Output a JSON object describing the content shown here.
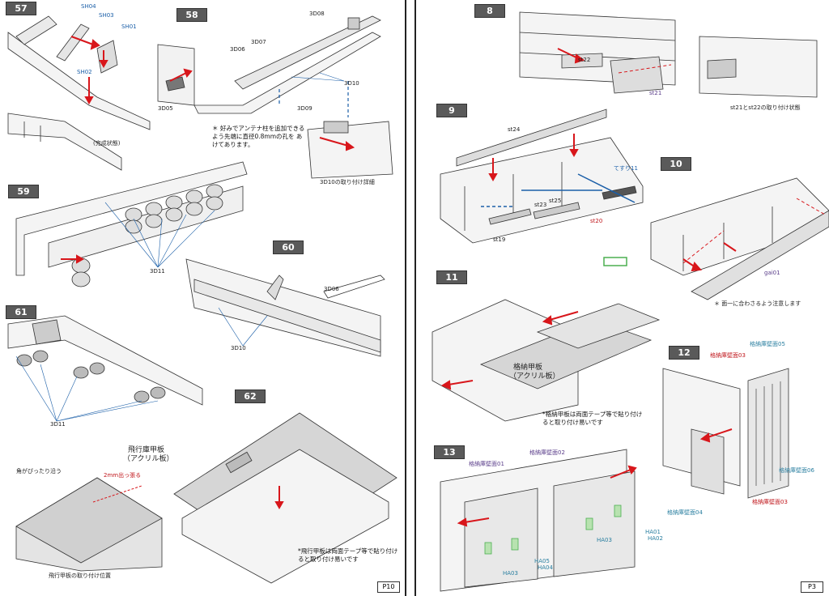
{
  "left_page": {
    "page_number": "P10",
    "steps": [
      "57",
      "58",
      "59",
      "60",
      "61",
      "62"
    ],
    "step57": {
      "parts": [
        "SH04",
        "SH03",
        "SH01",
        "SH02"
      ],
      "caption": "(完成状態)"
    },
    "step58": {
      "parts": [
        "3D08",
        "3D07",
        "3D06",
        "3D05",
        "3D10",
        "3D09"
      ],
      "note": "＊ 好みでアンテナ柱を追加できるよう先端に直径0.8mmの孔を あけてあります。",
      "detail_caption": "3D10の取り付け詳細"
    },
    "step59": {
      "parts": [
        "3D11"
      ]
    },
    "step60": {
      "parts": [
        "3D06",
        "3D10"
      ]
    },
    "step61": {
      "parts": [
        "3D11"
      ]
    },
    "step62": {
      "deck_label_line1": "飛行庫甲板",
      "deck_label_line2": "（アクリル板）",
      "corner_note": "角がぴったり沿う",
      "overhang_note": "2mm出っ張る",
      "detail_caption": "飛行甲板の取り付け位置",
      "tape_note": "*飛行甲板は両面テープ等で貼り付けると取り付け易いです"
    }
  },
  "right_page": {
    "page_number": "P3",
    "steps": [
      "8",
      "9",
      "10",
      "11",
      "12",
      "13"
    ],
    "step8": {
      "parts": [
        "st22",
        "st21"
      ],
      "caption": "st21とst22の取り付け状態"
    },
    "step9": {
      "parts": [
        "st24",
        "てすり11",
        "st23",
        "st25",
        "st20",
        "st19"
      ]
    },
    "step10": {
      "parts": [
        "gai01"
      ],
      "note": "＊ 面一に合わさるよう注意します"
    },
    "step11": {
      "deck_label_line1": "格納甲板",
      "deck_label_line2": "（アクリル板）",
      "note": "*格納甲板は両面テープ等で貼り付けると取り付け易いです"
    },
    "step12": {
      "parts": [
        "格納庫壁面05",
        "格納庫壁面03",
        "格納庫壁面06",
        "格納庫壁面04",
        "格納庫壁面03"
      ]
    },
    "step13": {
      "parts": [
        "格納庫壁面02",
        "格納庫壁面01",
        "HA03",
        "HA05",
        "HA04",
        "HA03",
        "HA01",
        "HA02"
      ]
    }
  },
  "colors": {
    "arrow": "#d8161b",
    "leader_blue": "#1b5fa8",
    "step_box": "#5a5a5a",
    "highlight_green": "#4caf50"
  }
}
